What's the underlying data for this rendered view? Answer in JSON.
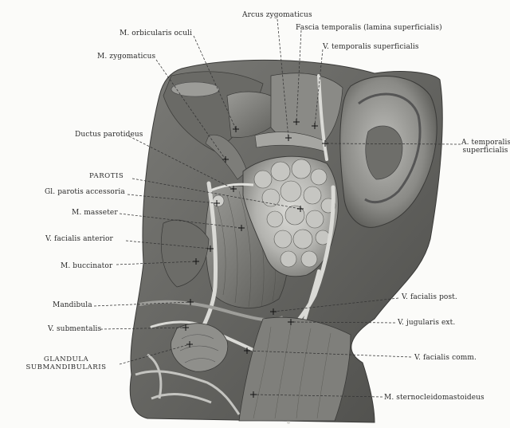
{
  "labels": {
    "arcus_zygomaticus": "Arcus zygomaticus",
    "m_orbicularis_oculi": "M. orbicularis oculi",
    "fascia_temporalis": "Fascia temporalis (lamina superficialis)",
    "v_temporalis_superficialis": "V. temporalis superficialis",
    "m_zygomaticus": "M. zygomaticus",
    "ductus_parotideus": "Ductus parotideus",
    "a_temporalis_line1": "A. temporalis",
    "a_temporalis_line2": "superficialis",
    "parotis": "PAROTIS",
    "gl_parotis_accessoria": "Gl. parotis accessoria",
    "m_masseter": "M. masseter",
    "v_facialis_anterior": "V. facialis anterior",
    "m_buccinator": "M. buccinator",
    "mandibula": "Mandibula",
    "v_facialis_post": "V. facialis post.",
    "v_jugularis_ext": "V. jugularis ext.",
    "v_submentalis": "V. submentalis",
    "glandula_line1": "GLANDULA",
    "glandula_line2": "SUBMANDIBULARIS",
    "v_facialis_comm": "V. facialis comm.",
    "m_sternocleidomastoideus": "M. sternocleidomastoideus"
  },
  "colors": {
    "background": "#fbfbf9",
    "text": "#2a2a2a",
    "leader": "#333333",
    "tissue_dark": "#4a4a48",
    "tissue_mid": "#8e8e8a",
    "tissue_light": "#c9c9c5"
  }
}
